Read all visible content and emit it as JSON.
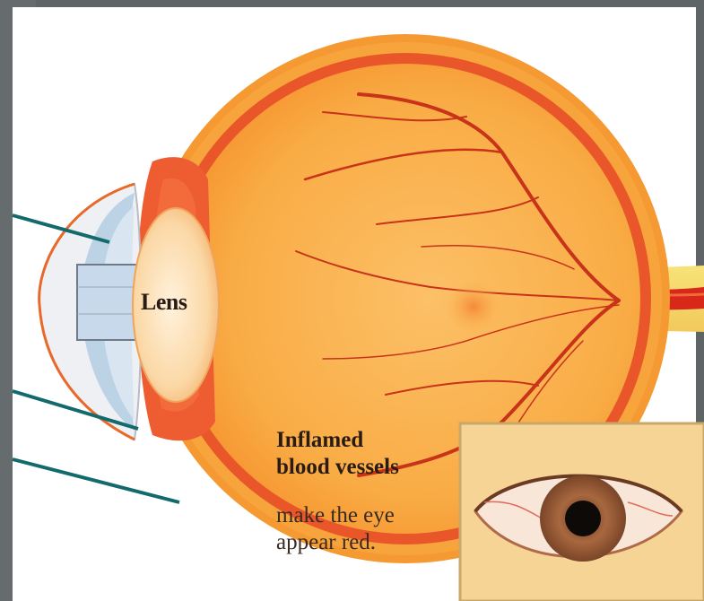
{
  "diagram": {
    "labels": {
      "lens": "Lens",
      "caption_line1": "Inflamed",
      "caption_line2": "blood vessels",
      "caption_line3": "make the eye",
      "caption_line4": "appear red."
    },
    "colors": {
      "background_frame": "#5f6466",
      "panel": "#ffffff",
      "sclera_orange": "#f7a63f",
      "interior": "#fbb24f",
      "vessel_red": "#d6311c",
      "leader_line": "#136a6c",
      "inset_skin": "#f6d495",
      "iris": "#9b5f3a"
    }
  }
}
